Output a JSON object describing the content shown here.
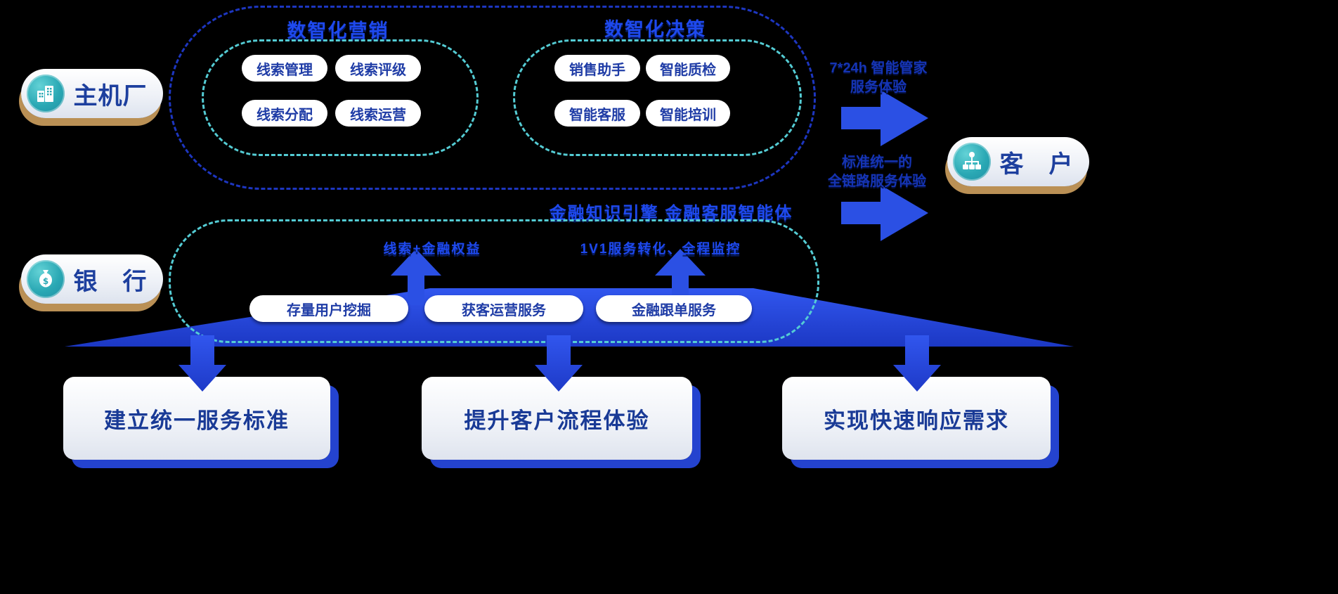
{
  "colors": {
    "background": "#000000",
    "accent_blue": "#2b50e4",
    "dashed_outer_blue": "#1d36c0",
    "dashed_inner_teal": "#54ccd4",
    "pill_text_blue": "#1f3ca6",
    "title_blue": "#1e49ee",
    "actor_shadow_tan": "#ba9055",
    "icon_teal": "#2aa8b4"
  },
  "actors": {
    "oem": {
      "label": "主机厂",
      "icon": "building-icon"
    },
    "bank": {
      "label": "银　行",
      "icon": "money-bag-icon"
    },
    "customer": {
      "label": "客　户",
      "icon": "organization-icon"
    }
  },
  "oem_section": {
    "marketing": {
      "title": "数智化营销",
      "items": [
        "线索管理",
        "线索评级",
        "线索分配",
        "线索运营"
      ]
    },
    "decision": {
      "title": "数智化决策",
      "items": [
        "销售助手",
        "智能质检",
        "智能客服",
        "智能培训"
      ]
    }
  },
  "middle_caption": "金融知识引擎 金融客服智能体",
  "bank_section": {
    "caption_left": "线索+金融权益",
    "caption_right": "1V1服务转化、全程监控",
    "pills": [
      "存量用户挖掘",
      "获客运营服务",
      "金融跟单服务"
    ]
  },
  "right_arrows": {
    "top_label": "7*24h 智能管家\n服务体验",
    "bottom_label": "标准统一的\n全链路服务体验"
  },
  "bottom_boxes": [
    "建立统一服务标准",
    "提升客户流程体验",
    "实现快速响应需求"
  ]
}
